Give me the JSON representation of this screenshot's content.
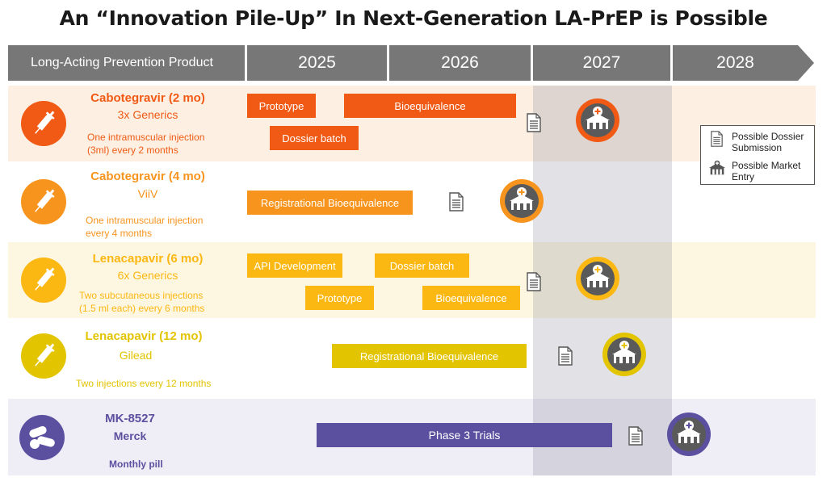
{
  "title": "An “Innovation Pile-Up” In Next-Generation LA-PrEP is Possible",
  "header": {
    "label": "Long-Acting Prevention Product",
    "years": [
      "2025",
      "2026",
      "2027",
      "2028"
    ]
  },
  "legend": {
    "dossier": "Possible Dossier Submission",
    "market": "Possible Market Entry"
  },
  "products": [
    {
      "name": "Cabotegravir (2 mo)",
      "maker": "3x Generics",
      "desc": "One intramuscular injection (3ml) every 2 months",
      "color": "#f05a14",
      "icon": "syringe-icon"
    },
    {
      "name": "Cabotegravir (4 mo)",
      "maker": "ViiV",
      "desc": "One intramuscular injection every 4 months",
      "color": "#f7941d",
      "icon": "syringe-icon"
    },
    {
      "name": "Lenacapavir (6 mo)",
      "maker": "6x Generics",
      "desc": "Two subcutaneous injections (1.5 ml each) every 6 months",
      "color": "#fbb813",
      "icon": "syringe-icon"
    },
    {
      "name": "Lenacapavir (12 mo)",
      "maker": "Gilead",
      "desc": "Two injections every 12 months",
      "color": "#e3c400",
      "icon": "syringe-icon"
    },
    {
      "name": "MK-8527",
      "maker": "Merck",
      "desc": "Monthly pill",
      "color": "#5b4fa0",
      "icon": "pill-icon"
    }
  ],
  "bars": {
    "prototype_1": "Prototype",
    "bioeq_1": "Bioequivalence",
    "dossier_batch_1": "Dossier batch",
    "reg_bioeq_2": "Registrational Bioequivalence",
    "api_dev_3": "API Development",
    "dossier_batch_3": "Dossier batch",
    "prototype_3": "Prototype",
    "bioeq_3": "Bioequivalence",
    "reg_bioeq_4": "Registrational Bioequivalence",
    "phase3_5": "Phase 3 Trials"
  }
}
